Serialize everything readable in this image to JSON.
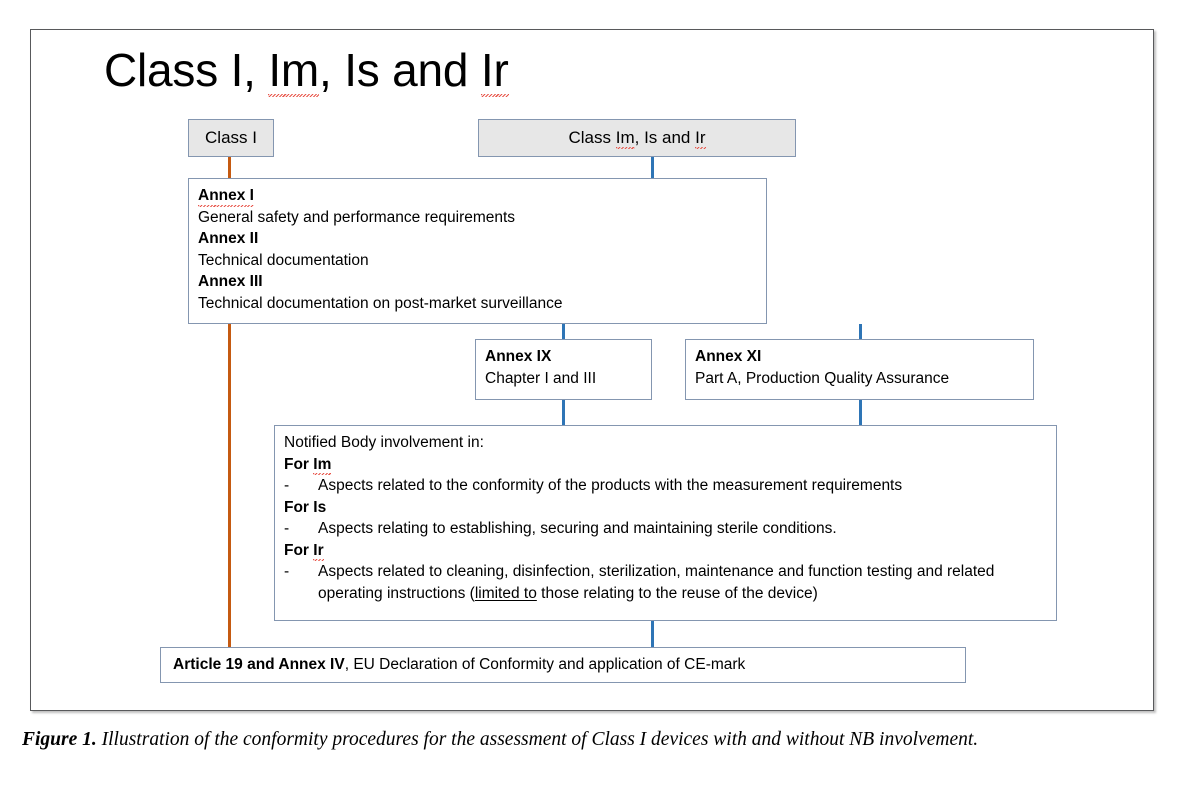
{
  "figure": {
    "title": {
      "prefix": "Class I, ",
      "token_im": "Im",
      "mid": ", Is and ",
      "token_ir": "Ir"
    },
    "caption": {
      "label": "Figure 1.",
      "text": " Illustration of the conformity procedures for the assessment of Class I devices with and without NB involvement."
    }
  },
  "nodes": {
    "class_i": {
      "label": "Class I"
    },
    "class_im_is_ir": {
      "prefix": "Class ",
      "token_im": "Im",
      "mid": ", Is and ",
      "token_ir": "Ir"
    },
    "annexes": {
      "rows": [
        {
          "heading": "Annex I",
          "body": "General safety and performance requirements"
        },
        {
          "heading": "Annex II",
          "body": "Technical documentation"
        },
        {
          "heading": "Annex III",
          "body": "Technical documentation on post-market surveillance"
        }
      ]
    },
    "annex_ix": {
      "heading": "Annex IX",
      "body": "Chapter I and III"
    },
    "annex_xi": {
      "heading": "Annex XI",
      "body": "Part A, Production Quality Assurance"
    },
    "notified_body": {
      "intro": "Notified Body involvement in:",
      "groups": [
        {
          "heading_prefix": "For ",
          "heading_token": "Im",
          "bullet_dash": "-",
          "bullet_text": "Aspects related to the conformity of the products with the measurement requirements"
        },
        {
          "heading_prefix": "For ",
          "heading_token": "Is",
          "bullet_dash": "-",
          "bullet_text": "Aspects relating to establishing, securing and maintaining sterile conditions."
        },
        {
          "heading_prefix": "For ",
          "heading_token": "Ir",
          "bullet_dash": "-",
          "bullet_text_pre": "Aspects related to cleaning, disinfection, sterilization, maintenance and function testing and related operating instructions (",
          "bullet_text_underlined": "limited to",
          "bullet_text_post": " those relating to the reuse of the device)"
        }
      ]
    },
    "article_19": {
      "heading": "Article 19 and Annex IV",
      "body": ", EU Declaration of Conformity and application of CE-mark"
    }
  },
  "colors": {
    "connector_blue": "#2e75b6",
    "connector_orange": "#c55a11",
    "box_border": "#8496b0",
    "box_fill_gray": "#e7e7e7",
    "frame_border": "#58595b",
    "spellcheck_red": "#e8554a"
  }
}
